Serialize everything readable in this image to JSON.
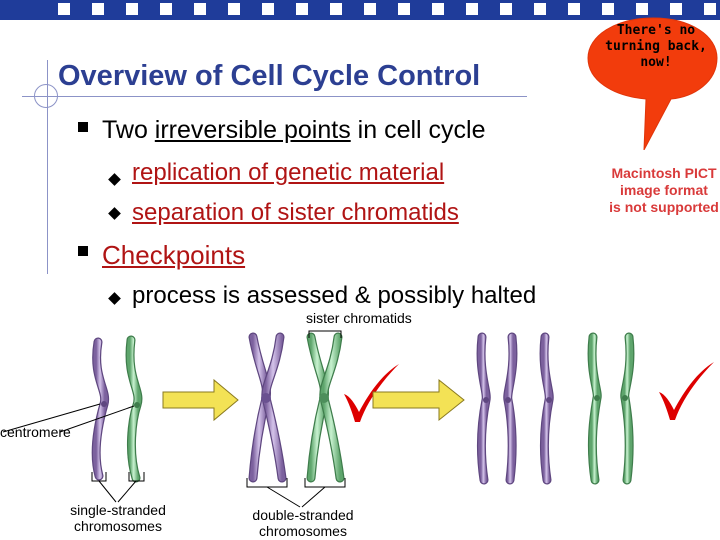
{
  "slide": {
    "title": "Overview of Cell Cycle Control",
    "bullet1": {
      "prefix": "Two ",
      "emphasis": "irreversible points",
      "suffix": " in cell cycle"
    },
    "sub1": "replication of genetic material",
    "sub2": "separation of sister chromatids",
    "bullet2": "Checkpoints",
    "sub3": "process is assessed & possibly halted"
  },
  "balloon": {
    "line1": "There's no",
    "line2": "turning back,",
    "line3": "now!"
  },
  "pict_notice": {
    "line1": "Macintosh PICT",
    "line2": "image format",
    "line3": "is not supported"
  },
  "labels": {
    "sister_chromatids": "sister chromatids",
    "centromere": "centromere",
    "single_1": "single-stranded",
    "single_2": "chromosomes",
    "double_1": "double-stranded",
    "double_2": "chromosomes"
  },
  "colors": {
    "title": "#2c3f92",
    "accent_red": "#b01414",
    "purple": "#a58bc4",
    "green": "#8fd49e",
    "arrow": "#f3e255",
    "balloon": "#f23c0c",
    "topbar": "#1f3c9a"
  }
}
